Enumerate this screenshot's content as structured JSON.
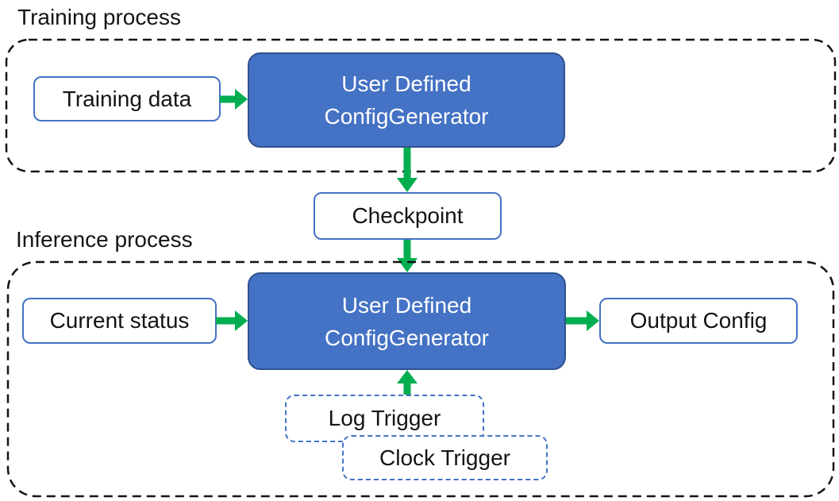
{
  "titles": {
    "training": "Training process",
    "inference": "Inference process"
  },
  "generator": {
    "line1": "User Defined",
    "line2": "ConfigGenerator"
  },
  "nodes": {
    "training_data": "Training data",
    "checkpoint": "Checkpoint",
    "current_status": "Current status",
    "output_config": "Output Config",
    "log_trigger": "Log Trigger",
    "clock_trigger": "Clock Trigger"
  },
  "icons": {
    "arrow_right": "right-arrow",
    "arrow_down": "down-arrow",
    "arrow_up": "up-arrow"
  },
  "colors": {
    "generator_fill": "#4472C4",
    "generator_border": "#2F528F",
    "io_box_border": "#4472C4",
    "trigger_border": "#4472C4",
    "arrow_green": "#00AE50",
    "dashed_container": "#141414",
    "text_dark": "#141414",
    "text_light": "#FFFFFF"
  }
}
